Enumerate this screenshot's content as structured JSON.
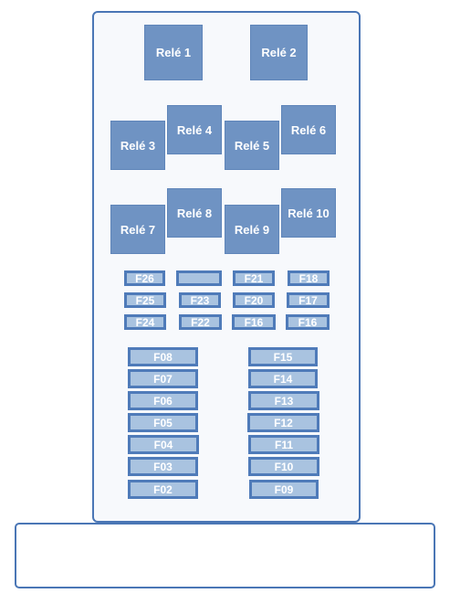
{
  "relays": {
    "r1": "Relé 1",
    "r2": "Relé 2",
    "r3": "Relé 3",
    "r4": "Relé 4",
    "r5": "Relé 5",
    "r6": "Relé 6",
    "r7": "Relé 7",
    "r8": "Relé 8",
    "r9": "Relé 9",
    "r10": "Relé 10"
  },
  "small_fuses": {
    "f26": "F26",
    "blank": "",
    "f21": "F21",
    "f18": "F18",
    "f25": "F25",
    "f23": "F23",
    "f20": "F20",
    "f17": "F17",
    "f24": "F24",
    "f22": "F22",
    "f16a": "F16",
    "f16b": "F16"
  },
  "large_fuses_left": {
    "f08": "F08",
    "f07": "F07",
    "f06": "F06",
    "f05": "F05",
    "f04": "F04",
    "f03": "F03",
    "f02": "F02"
  },
  "large_fuses_right": {
    "f15": "F15",
    "f14": "F14",
    "f13": "F13",
    "f12": "F12",
    "f11": "F11",
    "f10": "F10",
    "f09": "F09"
  },
  "colors": {
    "relay_fill": "#6f93c3",
    "fuse_fill": "#a9c3e0",
    "border": "#4a76b5"
  }
}
